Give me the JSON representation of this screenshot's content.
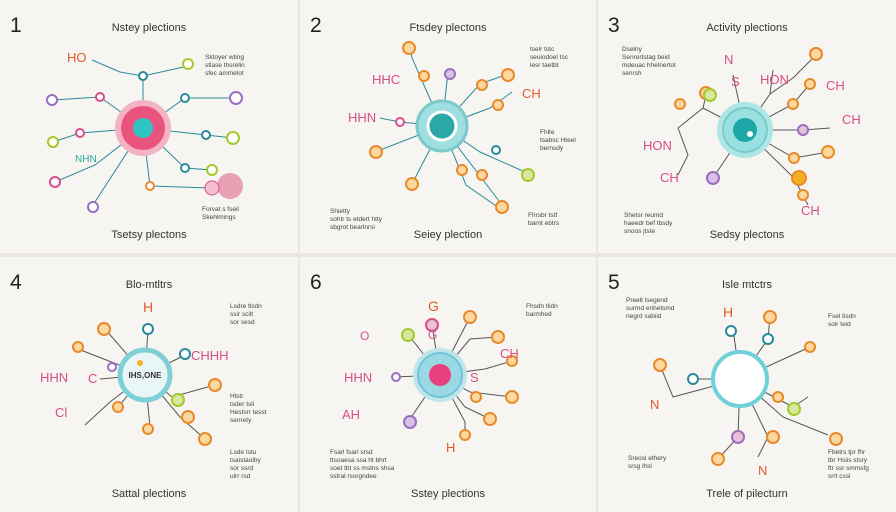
{
  "panels": [
    {
      "number": "1",
      "title": "Nstey plections",
      "footer": "Tsetsy plectons",
      "labels": [
        "HO",
        "NHN"
      ],
      "notes": [
        "Sktoyer wting\nstlase thsrelin\nsfec ammelot",
        "Forvat s fseil\nSkehlmings"
      ],
      "colors": {
        "core": "#e8547e",
        "inner": "#2ec4c4"
      }
    },
    {
      "number": "2",
      "title": "Ftsdey plectons",
      "footer": "Seiey plection",
      "labels": [
        "HHC",
        "HHN",
        "CH"
      ],
      "notes": [
        "tselr tstc\nseuiodoel tsc\nlesr taetbt",
        "Fhlte\ntsabsc Hteel\nbernsdy",
        "Fhrsbr tstf\nbarnt ebtrs",
        "Shietty\nsohtr ts etdert htty\nsbgrot bearlnrsi"
      ],
      "colors": {
        "core": "#3fbfbf",
        "inner": "#a9e2e2"
      }
    },
    {
      "number": "3",
      "title": "Activity plections",
      "footer": "Sedsy plectons",
      "labels": [
        "N",
        "S",
        "HON",
        "CH",
        "CH",
        "HON",
        "CH",
        "CH"
      ],
      "notes": [
        "Dselny\nSenrertstag beid\nmdeuac hhelnertot\nsenrsh",
        "Shetsr reumd\nhaeedr bef tbsdy\nsnoos jtste"
      ],
      "colors": {
        "core": "#2bb8b8",
        "inner": "#1a9a9a"
      }
    },
    {
      "number": "4",
      "title": "Blo-mtltrs",
      "footer": "Sattal plections",
      "labels": [
        "H",
        "CHHH",
        "HHN",
        "C",
        "Cl"
      ],
      "center_text": "IHS,ONE",
      "notes": [
        "Lsdre tlsdn\nssir scilt\nsor sesd",
        "Hlstr\ntsder tsli\nHestsrr tesst\nsenrety",
        "Lsde tstu\ntsaistaolby\nsor ssrd\nulrr rsd"
      ],
      "colors": {
        "core": "#e8f6f6",
        "ring": "#7fd0d6"
      }
    },
    {
      "number": "6",
      "title": "",
      "footer": "Sstey plections",
      "labels": [
        "G",
        "G",
        "CH",
        "HHN",
        "S",
        "O",
        "AH",
        "H"
      ],
      "notes": [
        "Fhsdn tlidn\nbarmhed",
        "Fsarl fsarl srsd\nttsoaesa ssa ht bhrt\nsoet tbt ss mstns shsa\nsstral rsorgndee"
      ],
      "colors": {
        "core": "#e8407e",
        "inner": "#3cb8c8"
      }
    },
    {
      "number": "5",
      "title": "Isle mtctrs",
      "footer": "Trele of pilecturn",
      "labels": [
        "H",
        "N",
        "N"
      ],
      "notes": [
        "Preelt lsegend\nsurmd enhetsmd\nnegrd sabiid",
        "Fsel tisdn\nsoir teid",
        "Sreosl ethery\nsrsg lhsl",
        "Fbetrs tpr fhr\ntbr Hsiis stsry\nftr ssr smmsfg\nsrrt cssl"
      ],
      "colors": {
        "core": "#ffffff",
        "ring": "#6fd0d8"
      }
    }
  ]
}
